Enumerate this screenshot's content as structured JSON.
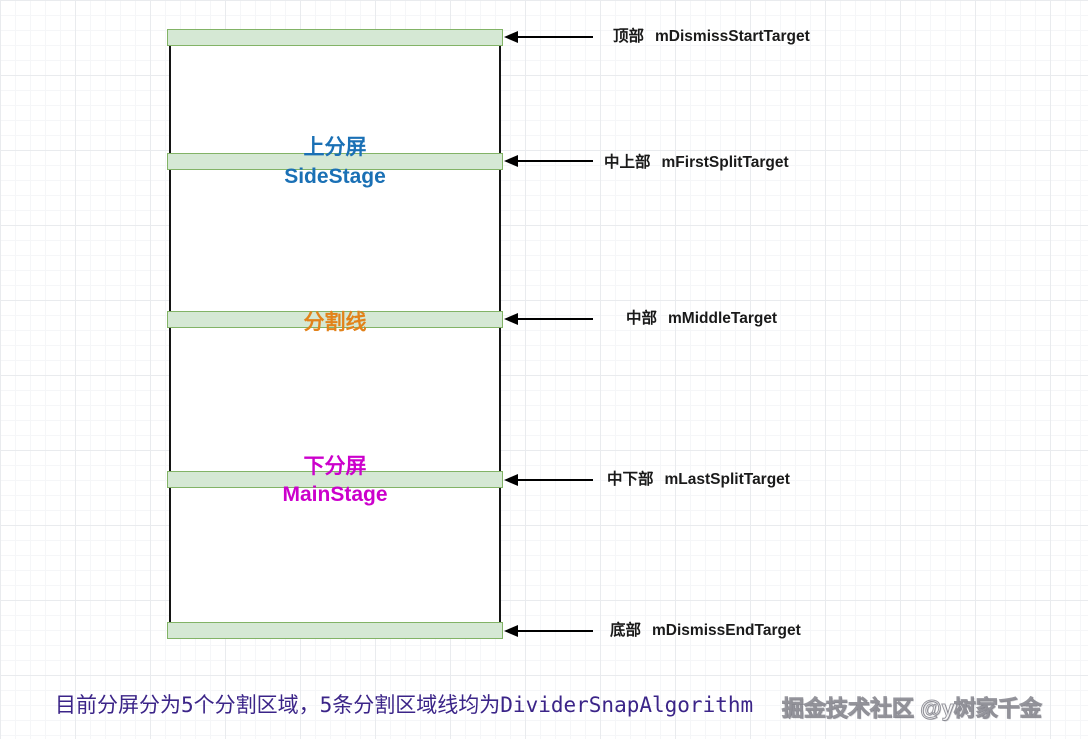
{
  "diagram": {
    "colors": {
      "bar_fill": "#d5e8d4",
      "bar_border": "#82b366",
      "side_stage_text": "#1a70b5",
      "divider_text": "#e2821a",
      "main_stage_text": "#cc00cc",
      "caption_text": "#3b2488",
      "arrow": "#000000"
    },
    "targets": [
      {
        "cn": "顶部",
        "en": "mDismissStartTarget"
      },
      {
        "cn": "中上部",
        "en": "mFirstSplitTarget"
      },
      {
        "cn": "中部",
        "en": "mMiddleTarget"
      },
      {
        "cn": "中下部",
        "en": "mLastSplitTarget"
      },
      {
        "cn": "底部",
        "en": "mDismissEndTarget"
      }
    ],
    "regions": {
      "side_stage_cn": "上分屏",
      "side_stage_en": "SideStage",
      "divider_cn": "分割线",
      "main_stage_cn": "下分屏",
      "main_stage_en": "MainStage"
    }
  },
  "caption": "目前分屏分为5个分割区域，5条分割区域线均为DividerSnapAlgorithm",
  "watermark": "掘金技术社区 @y树家千金"
}
